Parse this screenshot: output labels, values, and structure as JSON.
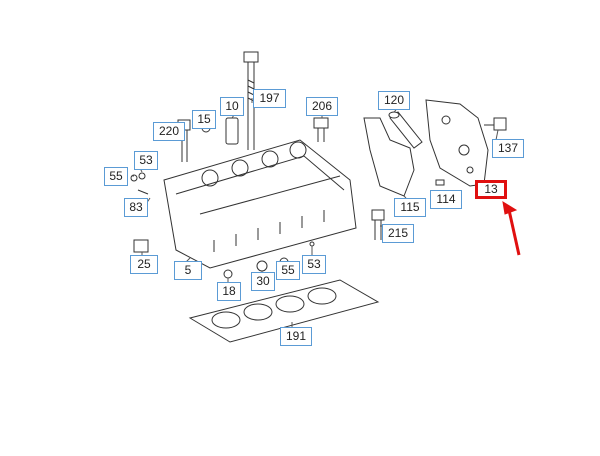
{
  "diagram": {
    "callouts": [
      {
        "id": "c197",
        "label": "197"
      },
      {
        "id": "c10",
        "label": "10"
      },
      {
        "id": "c15",
        "label": "15"
      },
      {
        "id": "c206",
        "label": "206"
      },
      {
        "id": "c120",
        "label": "120"
      },
      {
        "id": "c220",
        "label": "220"
      },
      {
        "id": "c137",
        "label": "137"
      },
      {
        "id": "c53a",
        "label": "53"
      },
      {
        "id": "c55a",
        "label": "55"
      },
      {
        "id": "c13",
        "label": "13",
        "highlight": true
      },
      {
        "id": "c83",
        "label": "83"
      },
      {
        "id": "c115",
        "label": "115"
      },
      {
        "id": "c114",
        "label": "114"
      },
      {
        "id": "c215",
        "label": "215"
      },
      {
        "id": "c25",
        "label": "25"
      },
      {
        "id": "c5",
        "label": "5"
      },
      {
        "id": "c55b",
        "label": "55"
      },
      {
        "id": "c53b",
        "label": "53"
      },
      {
        "id": "c30",
        "label": "30"
      },
      {
        "id": "c18",
        "label": "18"
      },
      {
        "id": "c191",
        "label": "191"
      }
    ],
    "colors": {
      "callout_border": "#5b9bd5",
      "highlight": "#e01010",
      "line_art": "#333333"
    }
  }
}
